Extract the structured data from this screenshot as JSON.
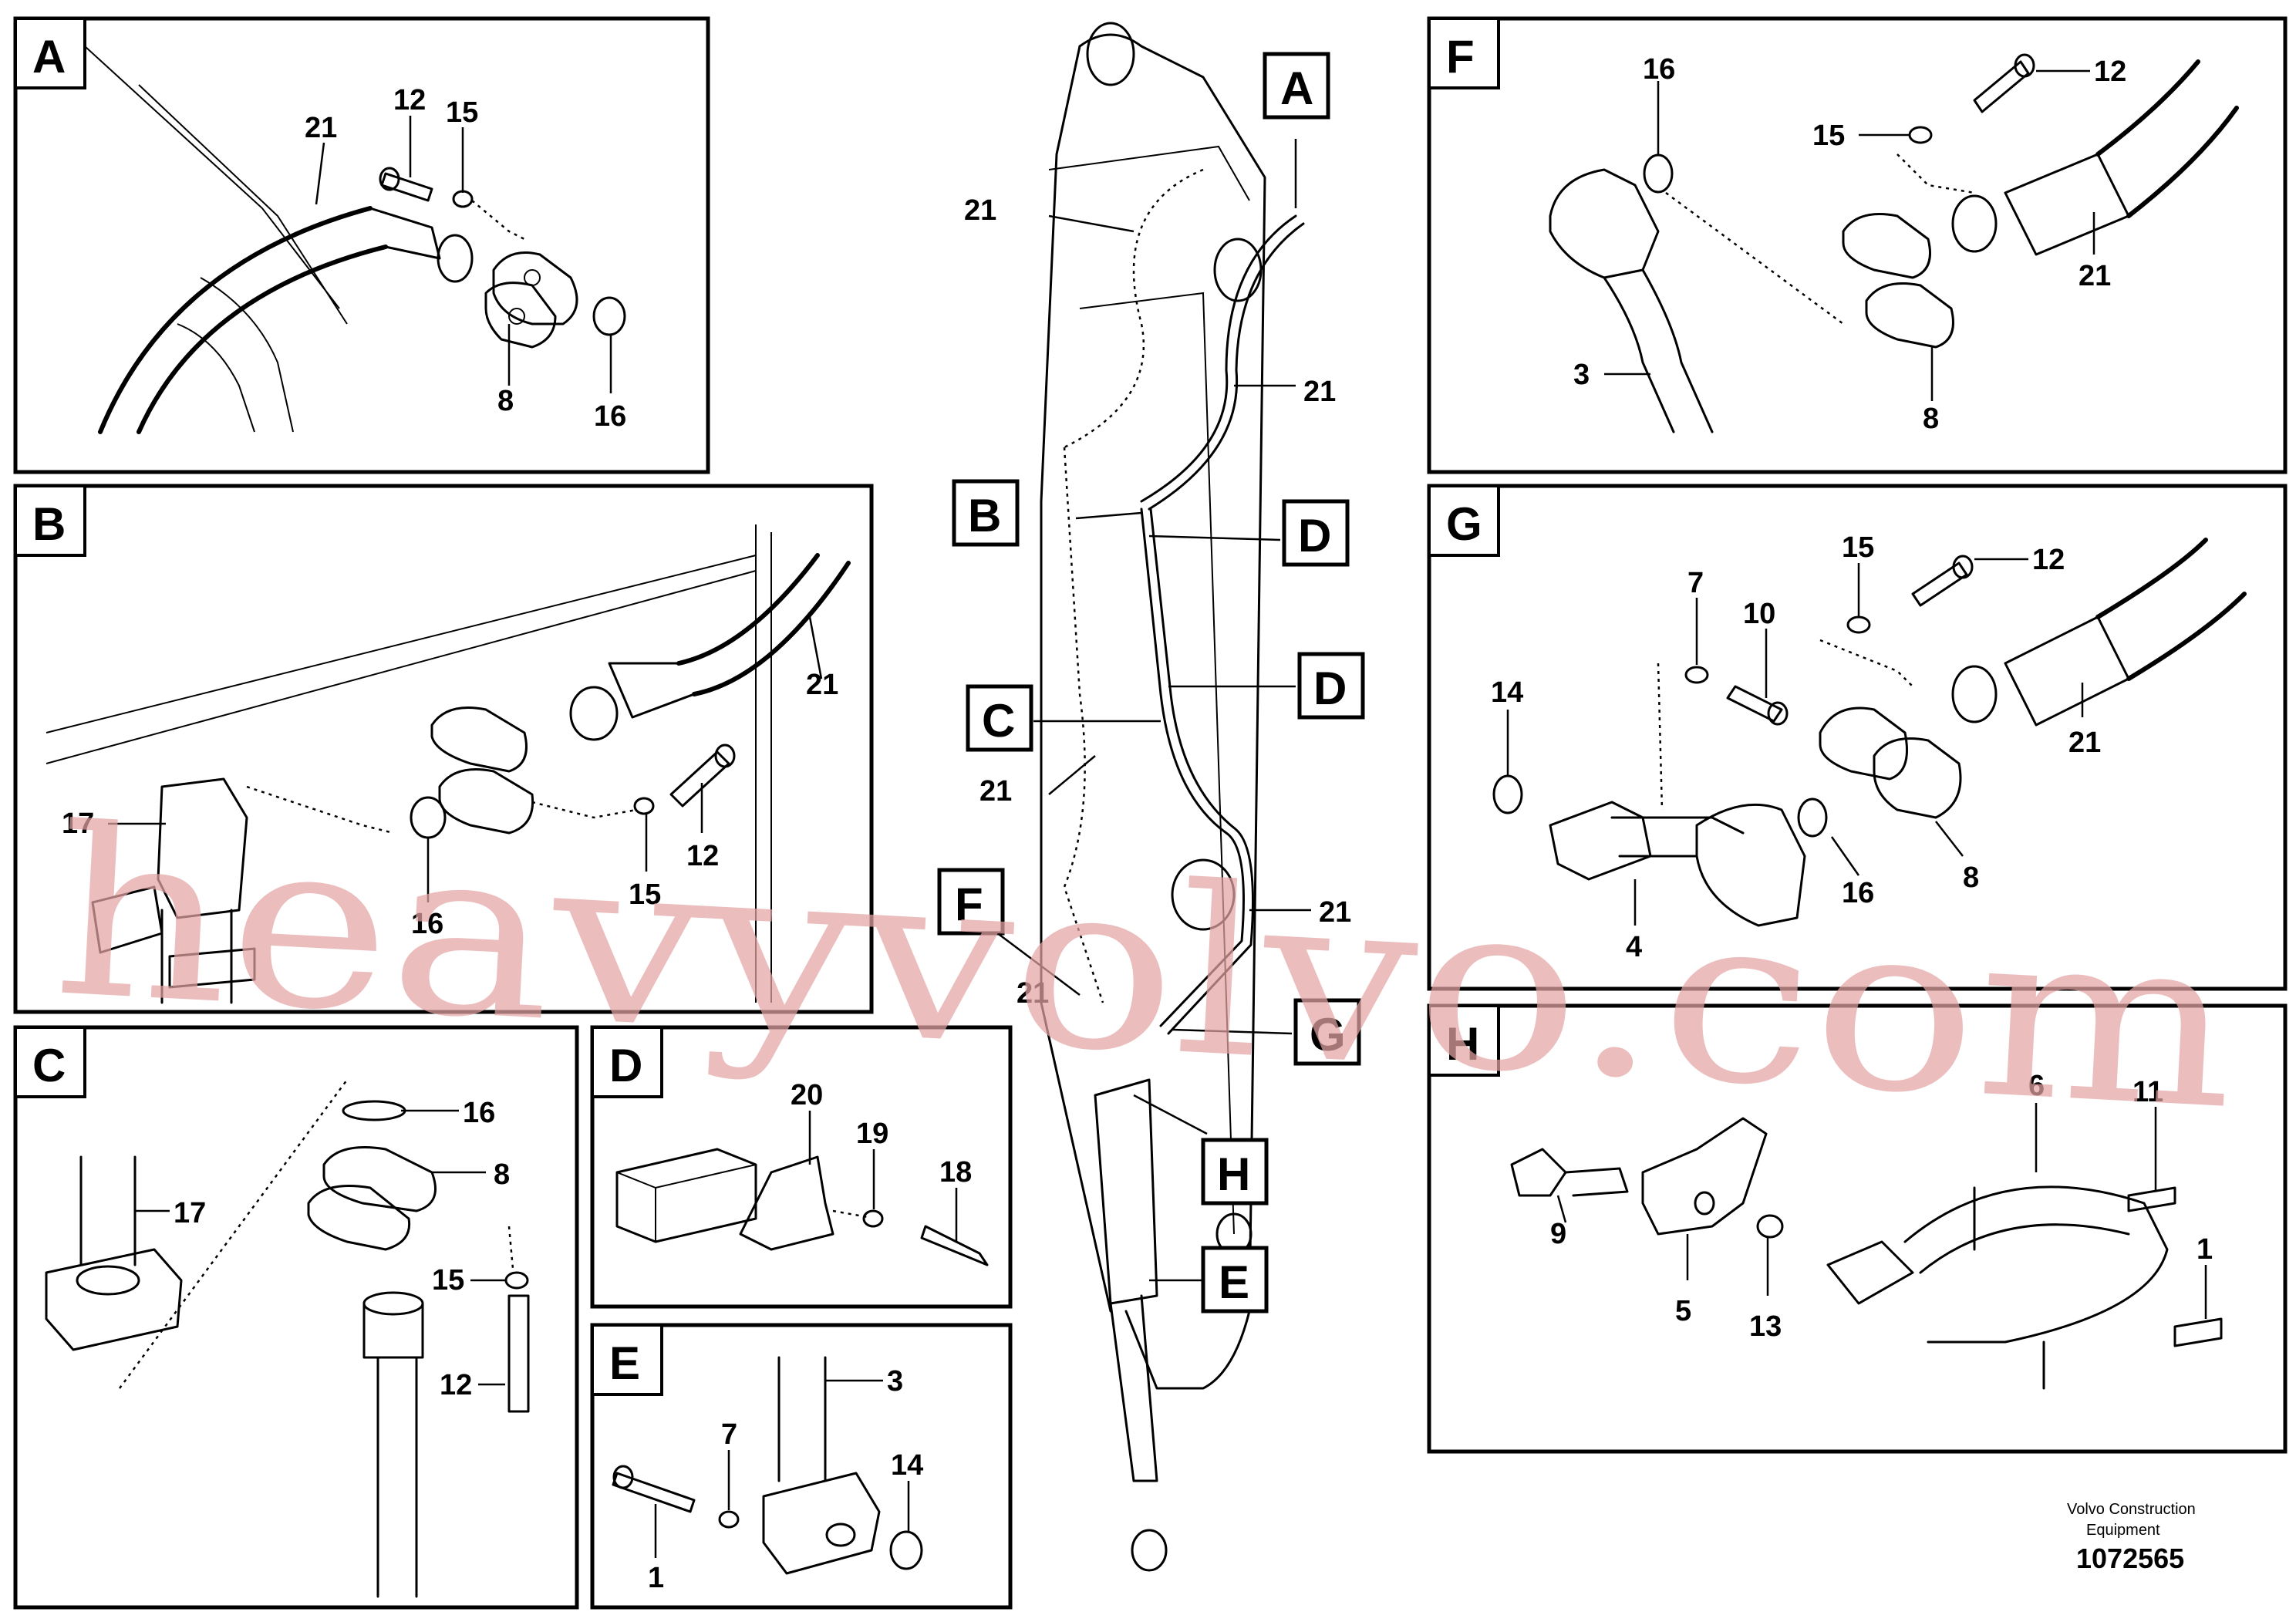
{
  "panels": [
    {
      "id": "A",
      "letter": "A",
      "labels": [
        "21",
        "12",
        "15",
        "8",
        "16"
      ]
    },
    {
      "id": "B",
      "letter": "B",
      "labels": [
        "21",
        "17",
        "16",
        "15",
        "12"
      ]
    },
    {
      "id": "C",
      "letter": "C",
      "labels": [
        "16",
        "8",
        "17",
        "15",
        "12"
      ]
    },
    {
      "id": "D",
      "letter": "D",
      "labels": [
        "20",
        "19",
        "18"
      ]
    },
    {
      "id": "E",
      "letter": "E",
      "labels": [
        "3",
        "7",
        "14",
        "1"
      ]
    },
    {
      "id": "F",
      "letter": "F",
      "labels": [
        "16",
        "12",
        "15",
        "21",
        "3",
        "8"
      ]
    },
    {
      "id": "G",
      "letter": "G",
      "labels": [
        "15",
        "12",
        "7",
        "10",
        "14",
        "21",
        "16",
        "8",
        "4"
      ]
    },
    {
      "id": "H",
      "letter": "H",
      "labels": [
        "6",
        "11",
        "9",
        "1",
        "5",
        "13"
      ]
    }
  ],
  "main_callouts": [
    "A",
    "B",
    "D",
    "D",
    "C",
    "F",
    "G",
    "H",
    "E"
  ],
  "main_labels": [
    "21",
    "21",
    "21",
    "21",
    "21"
  ],
  "footer": {
    "brand_line1": "Volvo Construction",
    "brand_line2": "Equipment",
    "drawing_number": "1072565"
  },
  "watermark": "heavyvolvo.com",
  "colors": {
    "ink": "#000000",
    "watermark": "#e3a3a3",
    "background": "#ffffff"
  }
}
